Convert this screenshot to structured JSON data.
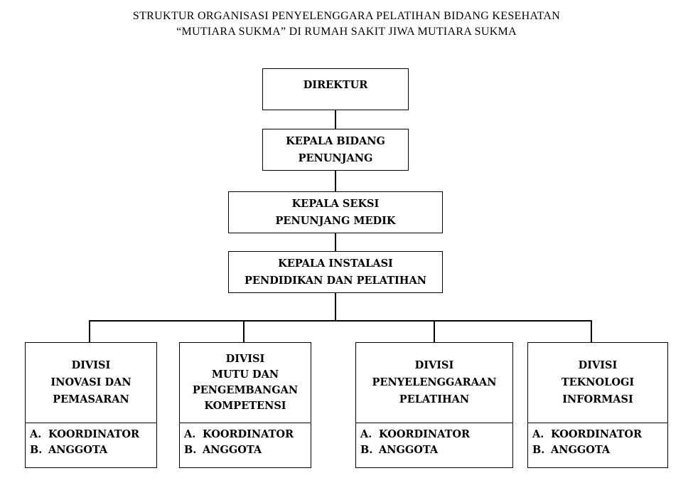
{
  "title": {
    "line1": "STRUKTUR ORGANISASI PENYELENGGARA PELATIHAN BIDANG KESEHATAN",
    "line2": "“MUTIARA SUKMA”  DI RUMAH SAKIT JIWA MUTIARA SUKMA"
  },
  "chain": [
    {
      "lines": [
        "DIREKTUR"
      ]
    },
    {
      "lines": [
        "KEPALA BIDANG",
        "PENUNJANG"
      ]
    },
    {
      "lines": [
        "KEPALA SEKSI",
        "PENUNJANG MEDIK"
      ]
    },
    {
      "lines": [
        "KEPALA INSTALASI",
        "PENDIDIKAN DAN PELATIHAN"
      ]
    }
  ],
  "divisions": [
    {
      "lines": [
        "DIVISI",
        "INOVASI DAN",
        "PEMASARAN"
      ],
      "members": [
        {
          "mark": "A.",
          "label": "KOORDINATOR"
        },
        {
          "mark": "B.",
          "label": "ANGGOTA"
        }
      ]
    },
    {
      "lines": [
        "DIVISI",
        "MUTU DAN",
        "PENGEMBANGAN",
        "KOMPETENSI"
      ],
      "members": [
        {
          "mark": "A.",
          "label": "KOORDINATOR"
        },
        {
          "mark": "B.",
          "label": "ANGGOTA"
        }
      ]
    },
    {
      "lines": [
        "DIVISI",
        "PENYELENGGARAAN",
        "PELATIHAN"
      ],
      "members": [
        {
          "mark": "A.",
          "label": "KOORDINATOR"
        },
        {
          "mark": "B.",
          "label": "ANGGOTA"
        }
      ]
    },
    {
      "lines": [
        "DIVISI",
        "TEKNOLOGI",
        "INFORMASI"
      ],
      "members": [
        {
          "mark": "A.",
          "label": "KOORDINATOR"
        },
        {
          "mark": "B.",
          "label": "ANGGOTA"
        }
      ]
    }
  ]
}
